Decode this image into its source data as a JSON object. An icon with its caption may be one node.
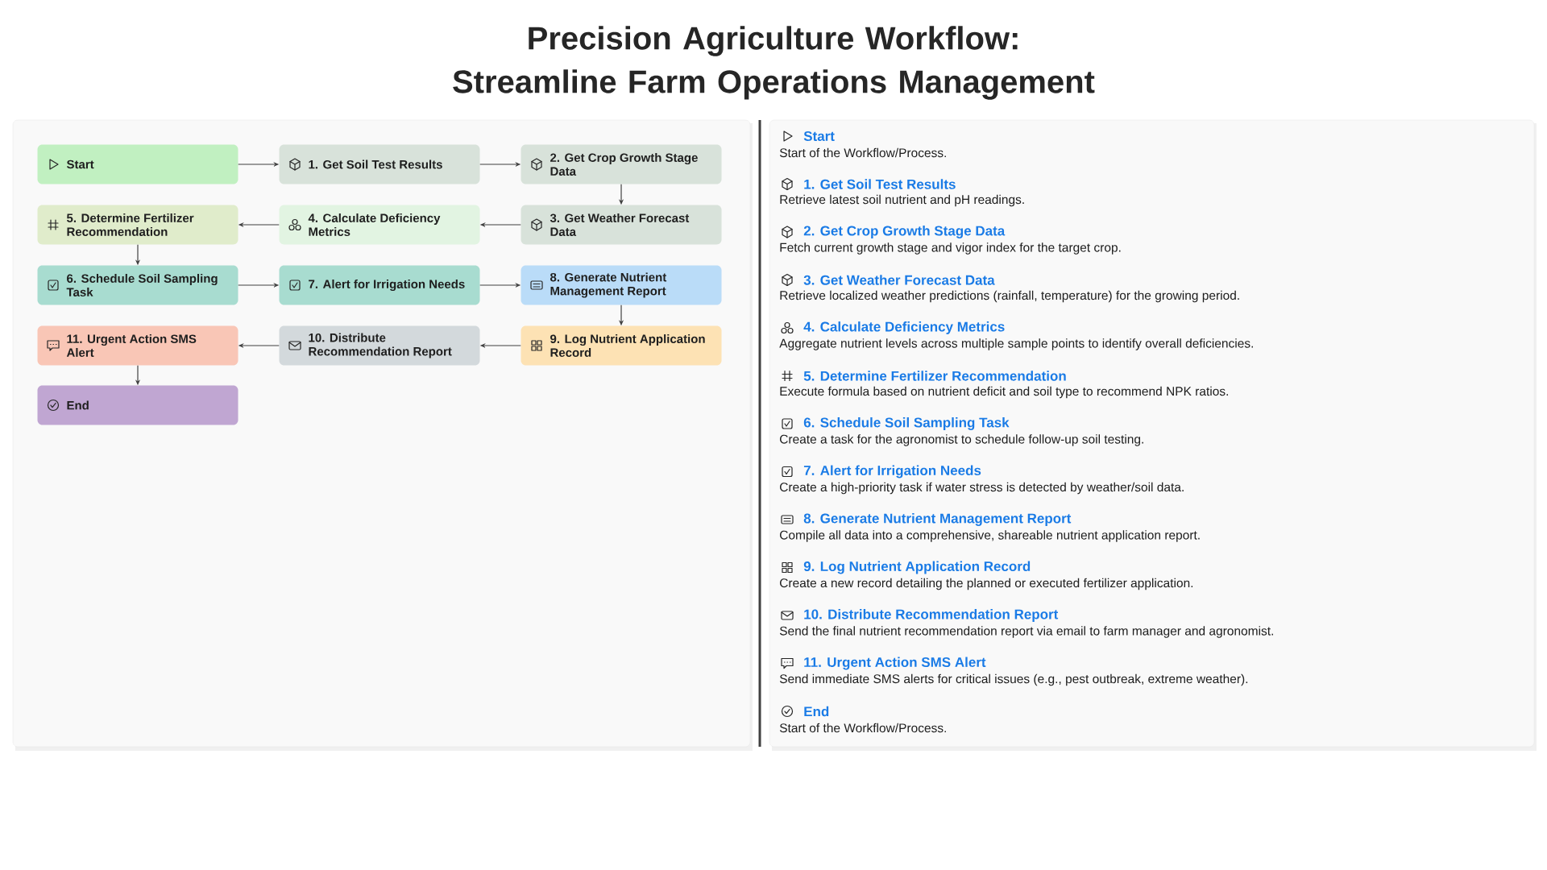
{
  "diagram": {
    "title": "Precision Agriculture Workflow: Streamline Farm Operations Management",
    "nodes": [
      {
        "text": [
          "Start"
        ]
      },
      {
        "text": [
          "1. Get Soil Test Results"
        ]
      },
      {
        "text": [
          "2. Get Crop Growth Stage Data"
        ]
      },
      {
        "text": [
          "3. Get Weather Forecast Data"
        ]
      },
      {
        "text": [
          "4. Calculate Deficiency Metrics"
        ]
      },
      {
        "text": [
          "5. Determine Fertilizer Recommendation"
        ]
      },
      {
        "text": [
          "6. Schedule Soil Sampling Task"
        ]
      },
      {
        "text": [
          "7. Alert for Irrigation Needs"
        ]
      },
      {
        "text": [
          "8. Generate Nutrient Management Report"
        ]
      },
      {
        "text": [
          "9. Log Nutrient Application Record"
        ]
      },
      {
        "text": [
          "10. Distribute Recommendation Report"
        ]
      },
      {
        "text": [
          "11. Urgent Action SMS Alert"
        ]
      },
      {
        "text": [
          "End"
        ]
      }
    ],
    "edges": [
      {
        "from": 0,
        "to": 1,
        "arrow": "to"
      },
      {
        "from": 1,
        "to": 2,
        "arrow": "to"
      },
      {
        "from": 2,
        "to": 3,
        "arrow": "to"
      },
      {
        "from": 3,
        "to": 4,
        "arrow": "to"
      },
      {
        "from": 4,
        "to": 5,
        "arrow": "to"
      },
      {
        "from": 5,
        "to": 6,
        "arrow": "to"
      },
      {
        "from": 6,
        "to": 7,
        "arrow": "to"
      },
      {
        "from": 7,
        "to": 8,
        "arrow": "to"
      },
      {
        "from": 8,
        "to": 9,
        "arrow": "to"
      },
      {
        "from": 9,
        "to": 10,
        "arrow": "to"
      },
      {
        "from": 10,
        "to": 11,
        "arrow": "to"
      },
      {
        "from": 11,
        "to": 12,
        "arrow": "to"
      }
    ],
    "labels": [
      "Start",
      "Start of the Workflow/Process.",
      "1. Get Soil Test Results",
      "Retrieve latest soil nutrient and pH readings.",
      "2. Get Crop Growth Stage Data",
      "Fetch current growth stage and vigor index for the target crop.",
      "3. Get Weather Forecast Data",
      "Retrieve localized weather predictions (rainfall, temperature) for the growing period.",
      "4. Calculate Deficiency Metrics",
      "Aggregate nutrient levels across multiple sample points to identify overall deficiencies.",
      "5. Determine Fertilizer Recommendation",
      "Execute formula based on nutrient deficit and soil type to recommend NPK ratios.",
      "6. Schedule Soil Sampling Task",
      "Create a task for the agronomist to schedule follow-up soil testing.",
      "7. Alert for Irrigation Needs",
      "Create a high-priority task if water stress is detected by weather/soil data.",
      "8. Generate Nutrient Management Report",
      "Compile all data into a comprehensive, shareable nutrient application report.",
      "9. Log Nutrient Application Record",
      "Create a new record detailing the planned or executed fertilizer application.",
      "10. Distribute Recommendation Report",
      "Send the final nutrient recommendation report via email to farm manager and agronomist.",
      "11. Urgent Action SMS Alert",
      "Send immediate SMS alerts for critical issues (e.g., pest outbreak, extreme weather).",
      "End",
      "Start of the Workflow/Process."
    ]
  }
}
